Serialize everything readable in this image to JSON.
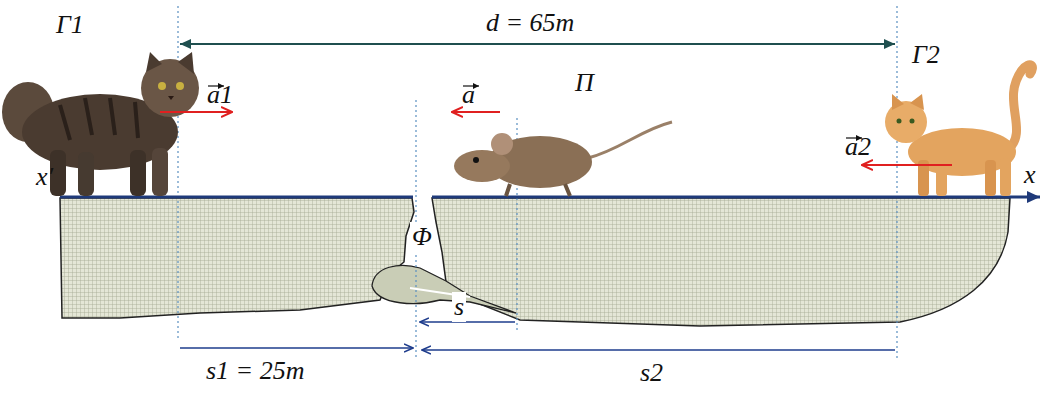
{
  "diagram": {
    "labels": [
      "d = 65m",
      "Γ1",
      "Γ2",
      "a1",
      "Π",
      "a",
      "a2",
      "x′",
      "x",
      "Φ",
      "s",
      "s1 = 25m",
      "s2"
    ]
  }
}
